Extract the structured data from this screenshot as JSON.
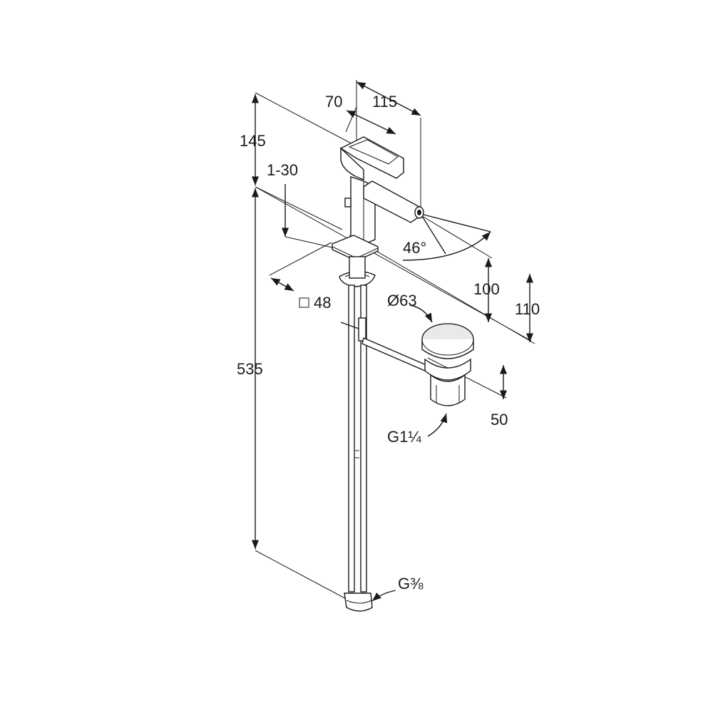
{
  "dimensions": {
    "d145": "145",
    "d70": "70",
    "d115": "115",
    "d1_30": "1-30",
    "d46": "46°",
    "d100": "100",
    "d110": "110",
    "d48": "48",
    "d63": "Ø63",
    "d535": "535",
    "d50": "50",
    "g114": "G1¼",
    "g38": "G⅜"
  }
}
